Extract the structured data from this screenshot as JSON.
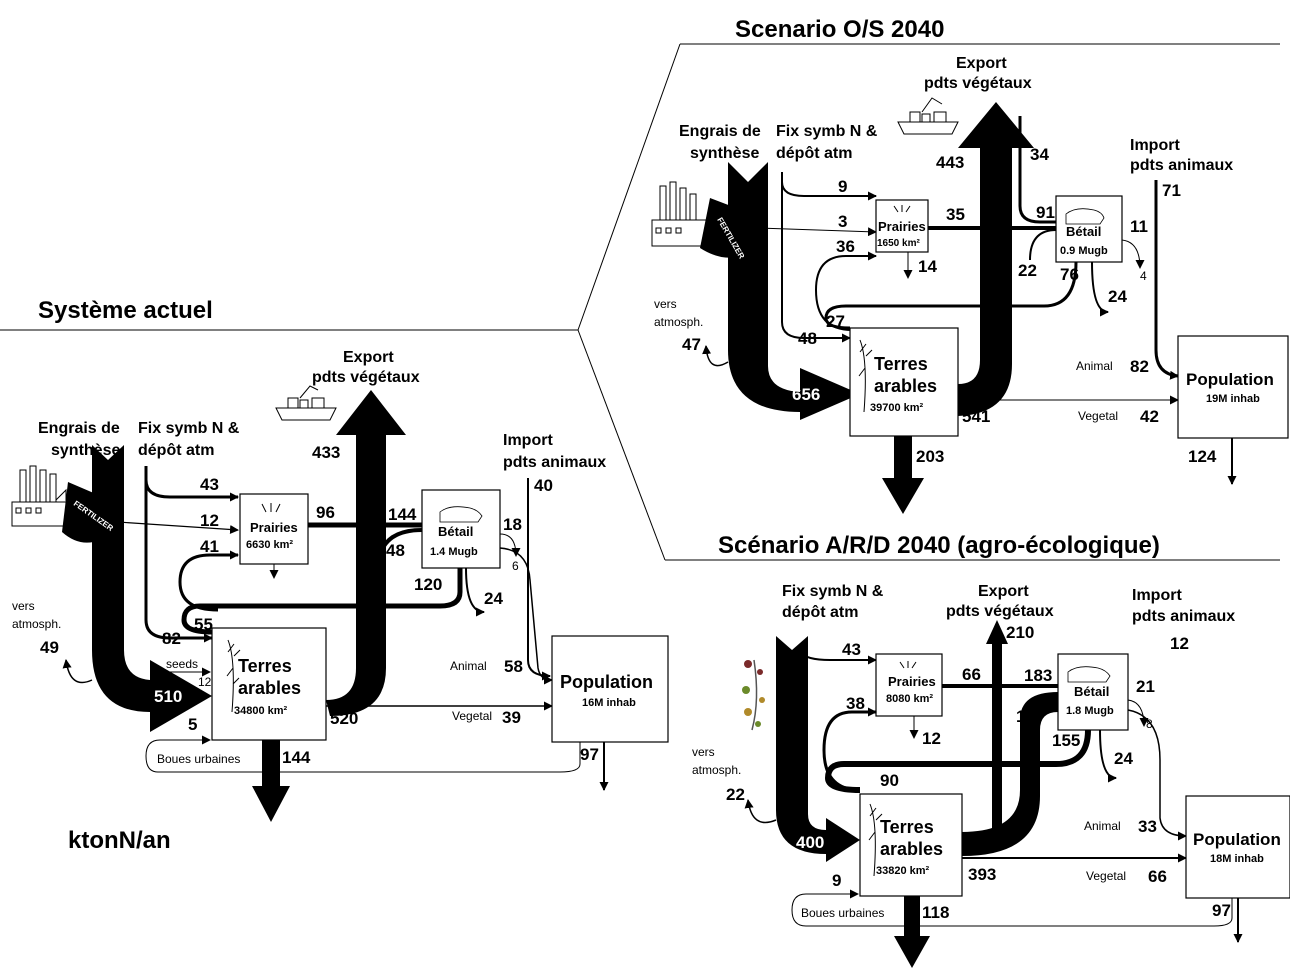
{
  "unit": "ktonN/an",
  "titles": {
    "actuel": "Système actuel",
    "os": "Scenario O/S 2040",
    "ard": "Scénario A/R/D 2040 (agro-écologique)"
  },
  "labels": {
    "engrais1": "Engrais de",
    "engrais2": "synthèse",
    "fix1": "Fix symb N &",
    "fix2": "dépôt atm",
    "export1": "Export",
    "export2": "pdts végétaux",
    "import1": "Import",
    "import2": "pdts animaux",
    "vers1": "vers",
    "vers2": "atmosph.",
    "prairies": "Prairies",
    "betail": "Bétail",
    "terres1": "Terres",
    "terres2": "arables",
    "population": "Population",
    "animal": "Animal",
    "vegetal": "Vegetal",
    "boues": "Boues urbaines",
    "seeds": "seeds",
    "fertilizer": "FERTILIZER"
  },
  "actuel": {
    "prairies_area": "6630 km²",
    "betail_size": "1.4 Mugb",
    "terres_area": "34800 km²",
    "population_size": "16M inhab",
    "flows": {
      "export": "433",
      "fix_prairies": "43",
      "engrais_prairies": "12",
      "prairies_betail": "96",
      "betail_in": "144",
      "betail_terres": "48",
      "terres_prairies": "41",
      "betail_loss": "120",
      "betail_24": "24",
      "betail_pop": "18",
      "betail_6": "6",
      "import": "40",
      "animal": "58",
      "vegetal": "39",
      "fix_terres": "82",
      "terres_55": "55",
      "seeds": "12",
      "engrais": "510",
      "boues": "5",
      "atmos": "49",
      "terres_out": "520",
      "leach": "144",
      "pop_out": "97"
    }
  },
  "os": {
    "prairies_area": "1650 km²",
    "betail_size": "0.9 Mugb",
    "terres_area": "39700 km²",
    "population_size": "19M inhab",
    "flows": {
      "export": "443",
      "export_in": "34",
      "fix_prairies": "9",
      "engrais_prairies": "3",
      "prairies_betail": "35",
      "betail_in": "91",
      "terres_prairies": "36",
      "prairies_loss": "14",
      "betail_terres": "22",
      "betail_loss": "76",
      "betail_24": "24",
      "betail_pop": "11",
      "betail_4": "4",
      "import": "71",
      "terres_27": "27",
      "fix_terres": "48",
      "atmos": "47",
      "engrais": "656",
      "terres_out": "541",
      "leach": "203",
      "animal": "82",
      "vegetal": "42",
      "pop_out": "124"
    }
  },
  "ard": {
    "prairies_area": "8080 km²",
    "betail_size": "1.8 Mugb",
    "terres_area": "33820 km²",
    "population_size": "18M inhab",
    "flows": {
      "export": "210",
      "fix_prairies": "43",
      "prairies_betail": "66",
      "betail_in": "183",
      "terres_prairies": "38",
      "prairies_loss": "12",
      "betail_terres": "117",
      "betail_loss": "155",
      "betail_24": "24",
      "betail_pop": "21",
      "betail_8": "8",
      "import": "12",
      "terres_90": "90",
      "fix_terres": "400",
      "atmos": "22",
      "boues": "9",
      "terres_out": "393",
      "leach": "118",
      "animal": "33",
      "vegetal": "66",
      "pop_out": "97"
    }
  },
  "colors": {
    "ink": "#000000",
    "paper": "#ffffff"
  }
}
